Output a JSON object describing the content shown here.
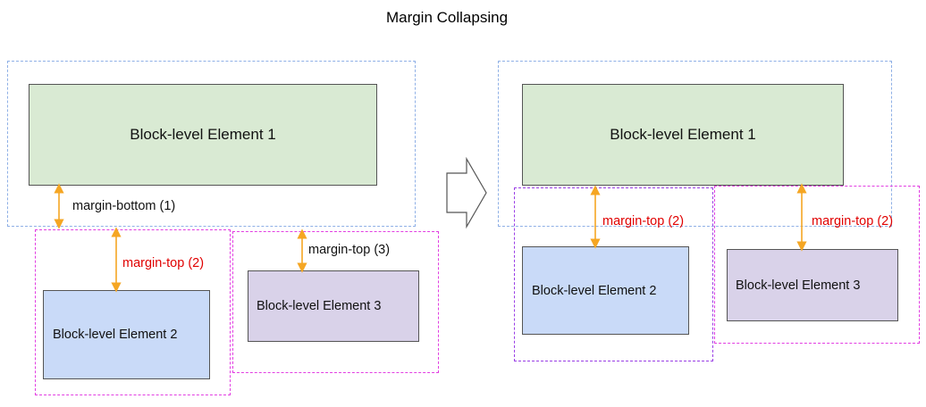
{
  "title": "Margin Collapsing",
  "colors": {
    "arrow": "#f5a623",
    "red_label": "#e00000",
    "green_block": "#d9ead3",
    "blue_block": "#c9daf8",
    "lilac_block": "#d9d2e9"
  },
  "left": {
    "element1": "Block-level Element 1",
    "element2": "Block-level Element 2",
    "element3": "Block-level Element 3",
    "margin_bottom": "margin-bottom (1)",
    "margin_top_2": "margin-top (2)",
    "margin_top_3": "margin-top (3)"
  },
  "right": {
    "element1": "Block-level Element 1",
    "element2": "Block-level Element 2",
    "element3": "Block-level Element 3",
    "margin_top_2a": "margin-top (2)",
    "margin_top_2b": "margin-top (2)"
  },
  "transition_icon": "right-arrow-icon"
}
